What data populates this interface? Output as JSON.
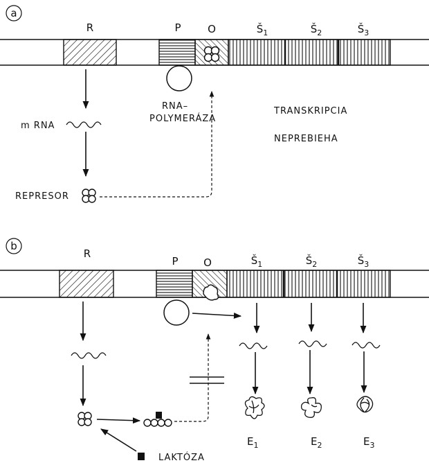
{
  "panel_a": {
    "marker": "a",
    "gene_labels": {
      "R": "R",
      "P": "P",
      "O": "O",
      "S1": "Š",
      "S2": "Š",
      "S3": "Š",
      "S1_sub": "1",
      "S2_sub": "2",
      "S3_sub": "3"
    },
    "mrna": "m RNA",
    "rna_polymerase_line1": "RNA–",
    "rna_polymerase_line2": "POLYMERÁZA",
    "transcription_line1": "TRANSKRIPCIA",
    "transcription_line2": "NEPREBIEHA",
    "repressor": "REPRESOR"
  },
  "panel_b": {
    "marker": "b",
    "gene_labels": {
      "R": "R",
      "P": "P",
      "O": "O",
      "S1": "Š",
      "S2": "Š",
      "S3": "Š",
      "S1_sub": "1",
      "S2_sub": "2",
      "S3_sub": "3"
    },
    "enzymes": [
      {
        "label": "E",
        "sub": "1"
      },
      {
        "label": "E",
        "sub": "2"
      },
      {
        "label": "E",
        "sub": "3"
      }
    ],
    "lactose": "LAKTÓZA"
  }
}
